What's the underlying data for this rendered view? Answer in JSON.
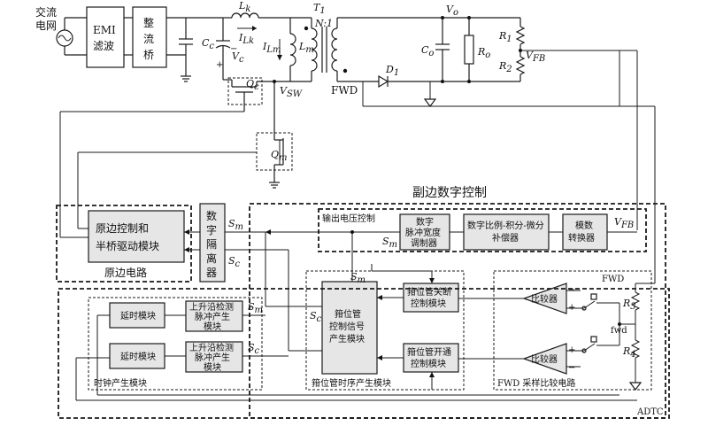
{
  "input": {
    "line1": "交流",
    "line2": "电网"
  },
  "emi": {
    "line1": "EMI",
    "line2": "滤波"
  },
  "rectifier": {
    "line1": "整",
    "line2": "流",
    "line3": "桥"
  },
  "components": {
    "lk": "L",
    "lk_sub": "k",
    "ilk": "I",
    "ilk_sub": "Lk",
    "cc": "C",
    "cc_sub": "c",
    "vc": "V",
    "vc_sub": "c",
    "ilm": "I",
    "ilm_sub": "Lm",
    "lm": "L",
    "lm_sub": "m",
    "t1": "T",
    "t1_sub": "1",
    "ratio": "N:1",
    "qc": "Q",
    "qc_sub": "c",
    "vsw": "V",
    "vsw_sub": "SW",
    "fwd": "FWD",
    "qm": "Q",
    "qm_sub": "m",
    "vo": "V",
    "vo_sub": "o",
    "co": "C",
    "co_sub": "o",
    "ro": "R",
    "ro_sub": "o",
    "d1": "D",
    "d1_sub": "1",
    "r1": "R",
    "r1_sub": "1",
    "r2": "R",
    "r2_sub": "2",
    "vfb": "V",
    "vfb_sub": "FB",
    "r3": "R",
    "r3_sub": "3",
    "r4": "R",
    "r4_sub": "4"
  },
  "secondary": {
    "title": "副边数字控制",
    "output_voltage_control": "输出电压控制",
    "dpwm": {
      "line1": "数字",
      "line2": "脉冲宽度",
      "line3": "调制器"
    },
    "pid": {
      "line1": "数字比例-积分-微分",
      "line2": "补偿器"
    },
    "adc": {
      "line1": "模数",
      "line2": "转换器"
    },
    "vfb": "V",
    "vfb_sub": "FB",
    "sm": "S",
    "sm_sub": "m"
  },
  "primary": {
    "block": {
      "line1": "原边控制和",
      "line2": "半桥驱动模块"
    },
    "label": "原边电路"
  },
  "isolator": {
    "line1": "数",
    "line2": "字",
    "line3": "隔",
    "line4": "离",
    "line5": "器"
  },
  "signals": {
    "s": "S",
    "m": "m",
    "c": "c"
  },
  "clock": {
    "label": "时钟产生模块",
    "delay1": "延时模块",
    "delay2": "延时模块",
    "rise1": {
      "line1": "上升沿检测",
      "line2": "脉冲产生",
      "line3": "模块"
    },
    "rise2": {
      "line1": "上升沿检测",
      "line2": "脉冲产生",
      "line3": "模块"
    }
  },
  "clamp": {
    "label": "箝位管时序产生模块",
    "ctrl": {
      "line1": "箝位管",
      "line2": "控制信号",
      "line3": "产生模块"
    },
    "off": {
      "line1": "箝位管关断",
      "line2": "控制模块"
    },
    "on": {
      "line1": "箝位管开通",
      "line2": "控制模块"
    }
  },
  "fwd_sampling": {
    "label": "FWD 采样比较电路",
    "fwd_top": "FWD",
    "comp1": "比较器",
    "comp2": "比较器",
    "fwd_node": "fwd",
    "plus": "+",
    "minus": "−"
  },
  "adtc": "ADTC"
}
